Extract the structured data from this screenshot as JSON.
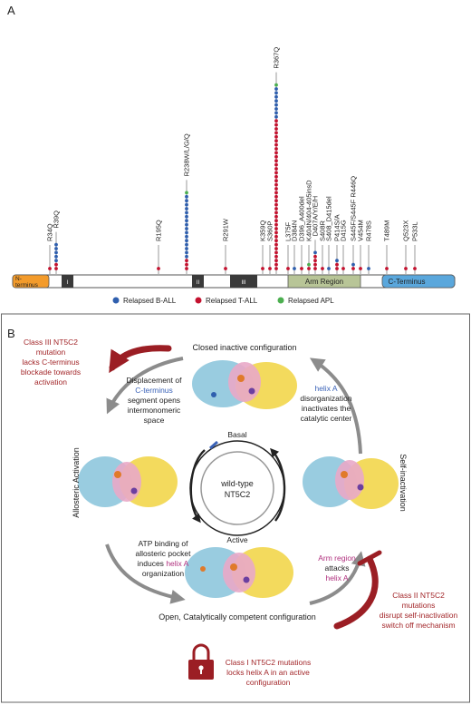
{
  "panel_a": {
    "label": "A",
    "domains": {
      "n_terminus": "N-\nterminus",
      "roman_1": "I",
      "roman_2": "II",
      "roman_3": "III",
      "arm_region": "Arm Region",
      "c_terminus": "C-Terminus"
    },
    "mutations": [
      {
        "label": "R34Q",
        "blue": 0,
        "red": 1,
        "green": 0
      },
      {
        "label": "R39Q",
        "blue": 5,
        "red": 2,
        "green": 0
      },
      {
        "label": "R195Q",
        "blue": 0,
        "red": 1,
        "green": 0
      },
      {
        "label": "R238W/L/G/Q",
        "blue": 16,
        "red": 3,
        "green": 1
      },
      {
        "label": "R291W",
        "blue": 0,
        "red": 1,
        "green": 0
      },
      {
        "label": "K359Q",
        "blue": 0,
        "red": 1,
        "green": 0
      },
      {
        "label": "S360P",
        "blue": 0,
        "red": 1,
        "green": 0
      },
      {
        "label": "R367Q",
        "blue": 8,
        "red": 38,
        "green": 1
      },
      {
        "label": "L375F",
        "blue": 0,
        "red": 1,
        "green": 0
      },
      {
        "label": "D384N",
        "blue": 1,
        "red": 0,
        "green": 0
      },
      {
        "label": "D396_A400del",
        "blue": 0,
        "red": 1,
        "green": 0
      },
      {
        "label": "K404N/404-405insD",
        "blue": 0,
        "red": 1,
        "green": 1
      },
      {
        "label": "D407A/Y/E/H",
        "blue": 1,
        "red": 4,
        "green": 0
      },
      {
        "label": "S408R",
        "blue": 0,
        "red": 1,
        "green": 0
      },
      {
        "label": "S408_D415del",
        "blue": 1,
        "red": 0,
        "green": 0
      },
      {
        "label": "P414S/A",
        "blue": 1,
        "red": 2,
        "green": 0
      },
      {
        "label": "D415G",
        "blue": 0,
        "red": 1,
        "green": 0
      },
      {
        "label": "S445F/S445F R446Q",
        "blue": 1,
        "red": 1,
        "green": 0
      },
      {
        "label": "V454M",
        "blue": 0,
        "red": 1,
        "green": 0
      },
      {
        "label": "R478S",
        "blue": 1,
        "red": 0,
        "green": 0
      },
      {
        "label": "T489M",
        "blue": 0,
        "red": 1,
        "green": 0
      },
      {
        "label": "Q523X",
        "blue": 0,
        "red": 1,
        "green": 0
      },
      {
        "label": "P533L",
        "blue": 0,
        "red": 1,
        "green": 0
      }
    ],
    "legend": {
      "b_all": "Relapsed B-ALL",
      "t_all": "Relapsed T-ALL",
      "apl": "Relapsed APL"
    },
    "colors": {
      "b_all": "#2f5fae",
      "t_all": "#c4122f",
      "apl": "#4caf50",
      "n_terminus": "#f39b2b",
      "arm_region": "#b8c597",
      "c_terminus": "#5aa7dc",
      "dark_box": "#3a3a3a"
    }
  },
  "panel_b": {
    "label": "B",
    "top_title": "Closed inactive configuration",
    "bottom_title": "Open, Catalytically competent configuration",
    "left_side": "Allosteric Activation",
    "right_side": "Self-inactivation",
    "center": {
      "line1": "wild-type",
      "line2": "NT5C2"
    },
    "basal": "Basal",
    "active": "Active",
    "displacement": {
      "l1": "Displacement of",
      "l2": "C-terminus",
      "l3": "segment opens",
      "l4": "intermonomeric",
      "l5": "space"
    },
    "helix_disorg": {
      "l1": "helix A",
      "l2": "disorganization",
      "l3": "inactivates the",
      "l4": "catalytic center"
    },
    "atp": {
      "l1": "ATP binding of",
      "l2": "allosteric pocket",
      "l3": "induces",
      "l4": "helix A",
      "l5": "organization"
    },
    "arm_attacks": {
      "l1": "Arm region",
      "l2": "attacks",
      "l3": "helix A"
    },
    "class3": {
      "l1": "Class III NT5C2",
      "l2": "mutation",
      "l3": "lacks C-terminus",
      "l4": "blockade towards",
      "l5": "activation"
    },
    "class2": {
      "l1": "Class II NT5C2",
      "l2": "mutations",
      "l3": "disrupt self-inactivation",
      "l4": "switch off mechanism"
    },
    "class1": {
      "l1": "Class I NT5C2 mutations",
      "l2": "locks helix A in an active",
      "l3": "configuration"
    },
    "colors": {
      "class_text": "#a3272a",
      "blue_term": "#3b63b8",
      "magenta_term": "#b0307e",
      "red_arrow": "#9b1e24",
      "grey_arrow": "#8c8c8c"
    }
  }
}
